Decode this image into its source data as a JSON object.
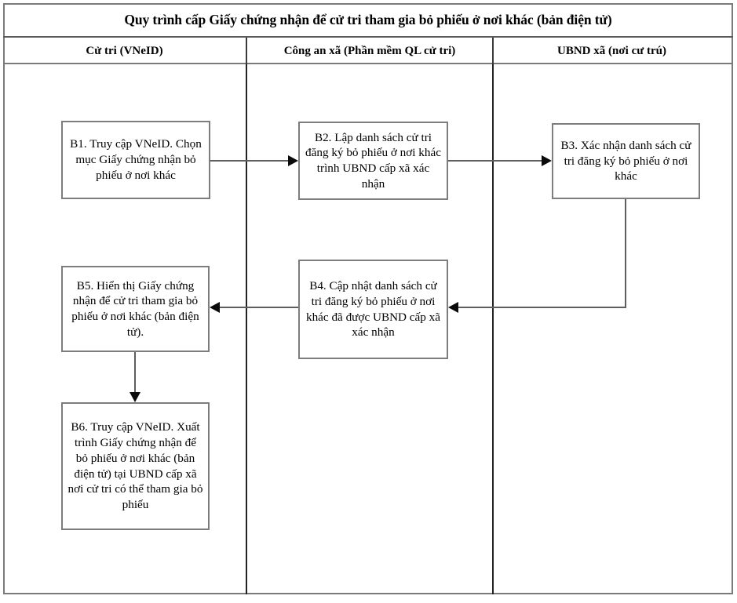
{
  "diagram": {
    "title": "Quy trình cấp Giấy chứng nhận để cử tri tham gia bỏ phiếu ở nơi khác (bản điện tử)",
    "lanes": [
      {
        "label": "Cử tri (VNeID)"
      },
      {
        "label": "Công an xã (Phần mềm QL cử tri)"
      },
      {
        "label": "UBND xã (nơi cư trú)"
      }
    ],
    "nodes": [
      {
        "id": "B1",
        "lane": 0,
        "text": "B1. Truy cập VNeID. Chọn mục Giấy chứng nhận bỏ phiếu ở nơi khác"
      },
      {
        "id": "B2",
        "lane": 1,
        "text": "B2. Lập danh sách cử tri đăng ký bỏ phiếu ở nơi khác trình UBND cấp xã xác nhận"
      },
      {
        "id": "B3",
        "lane": 2,
        "text": "B3. Xác nhận danh sách cử tri đăng ký bỏ phiếu ở nơi khác"
      },
      {
        "id": "B4",
        "lane": 1,
        "text": "B4. Cập nhật danh sách cử tri đăng ký bỏ phiếu ở nơi khác đã được UBND cấp xã xác nhận"
      },
      {
        "id": "B5",
        "lane": 0,
        "text": "B5. Hiển thị Giấy chứng nhận để cử tri tham gia bỏ phiếu ở nơi khác (bản điện tử)."
      },
      {
        "id": "B6",
        "lane": 0,
        "text": "B6. Truy cập VNeID. Xuất trình Giấy chứng nhận để bỏ phiếu ở nơi khác (bản điện tử) tại UBND cấp xã nơi  cử tri có thể tham gia bỏ phiếu"
      }
    ],
    "edges": [
      {
        "from": "B1",
        "to": "B2",
        "direction": "right"
      },
      {
        "from": "B2",
        "to": "B3",
        "direction": "right"
      },
      {
        "from": "B3",
        "to": "B4",
        "direction": "down-left"
      },
      {
        "from": "B4",
        "to": "B5",
        "direction": "left"
      },
      {
        "from": "B5",
        "to": "B6",
        "direction": "down"
      }
    ],
    "colors": {
      "background": "#ffffff",
      "frame_border": "#7a7a7a",
      "lane_divider": "#222222",
      "box_border": "#7d7d7d",
      "connector": "#5e5e5e",
      "arrow_head": "#0a0a0a",
      "text": "#000000"
    }
  }
}
